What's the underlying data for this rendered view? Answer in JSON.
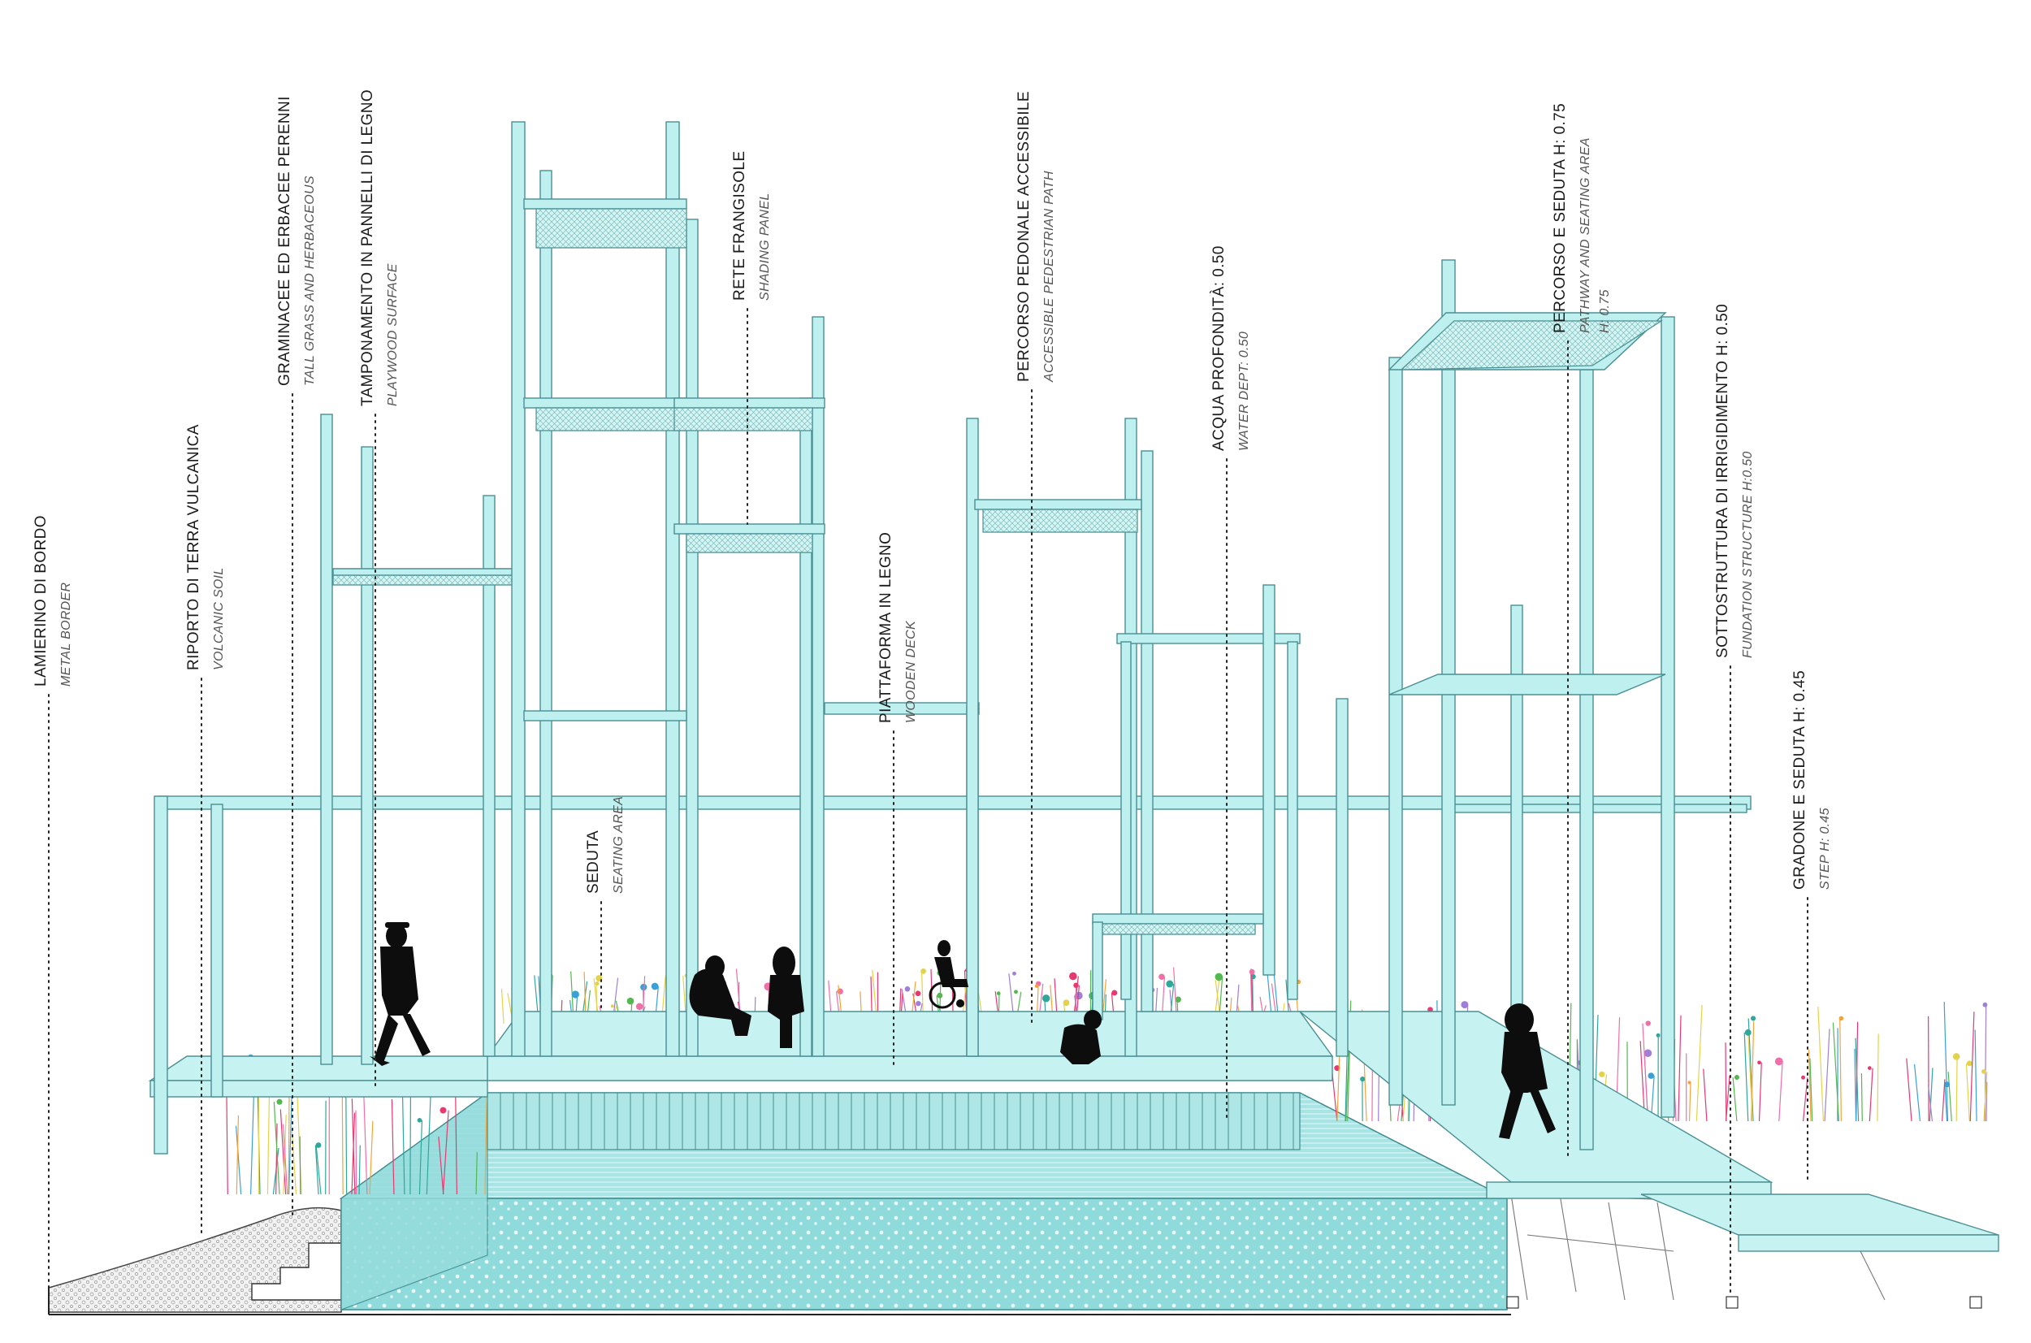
{
  "labels": [
    {
      "id": "metal-border",
      "main": "LAMIERINO DI BORDO",
      "sub": "METAL BORDER"
    },
    {
      "id": "volcanic-soil",
      "main": "RIPORTO DI TERRA VULCANICA",
      "sub": "VOLCANIC SOIL"
    },
    {
      "id": "tall-grass",
      "main": "GRAMINACEE ED ERBACEE PERENNI",
      "sub": "TALL GRASS  AND HERBACEOUS"
    },
    {
      "id": "plywood",
      "main": "TAMPONAMENTO IN PANNELLI DI LEGNO",
      "sub": "PLAYWOOD SURFACE"
    },
    {
      "id": "seating",
      "main": "SEDUTA",
      "sub": "SEATING AREA"
    },
    {
      "id": "shading",
      "main": "RETE FRANGISOLE",
      "sub": "SHADING PANEL"
    },
    {
      "id": "wooden-deck",
      "main": "PIATTAFORMA IN LEGNO",
      "sub": "WOODEN DECK"
    },
    {
      "id": "pedestrian-path",
      "main": "PERCORSO PEDONALE ACCESSIBILE",
      "sub": "ACCESSIBLE PEDESTRIAN PATH"
    },
    {
      "id": "water-depth",
      "main": "ACQUA PROFONDITÀ: 0.50",
      "sub": "WATER DEPT:  0.50"
    },
    {
      "id": "pathway-seating",
      "main": "PERCORSO E SEDUTA H: 0.75",
      "sub": "PATHWAY AND SEATING AREA",
      "sub2": "H: 0.75"
    },
    {
      "id": "fundation",
      "main": "SOTTOSTRUTTURA DI IRRIGIDIMENTO H: 0.50",
      "sub": "FUNDATION STRUCTURE H:0.50"
    },
    {
      "id": "step",
      "main": "GRADONE E SEDUTA H: 0.45",
      "sub": "STEP H: 0.45"
    }
  ],
  "colors": {
    "structure": "#bdf0ee",
    "structure_stroke": "#4a8f93",
    "water": "#7fd3d4",
    "soil": "#e6e6e6",
    "silhouette": "#0d0d0d"
  }
}
